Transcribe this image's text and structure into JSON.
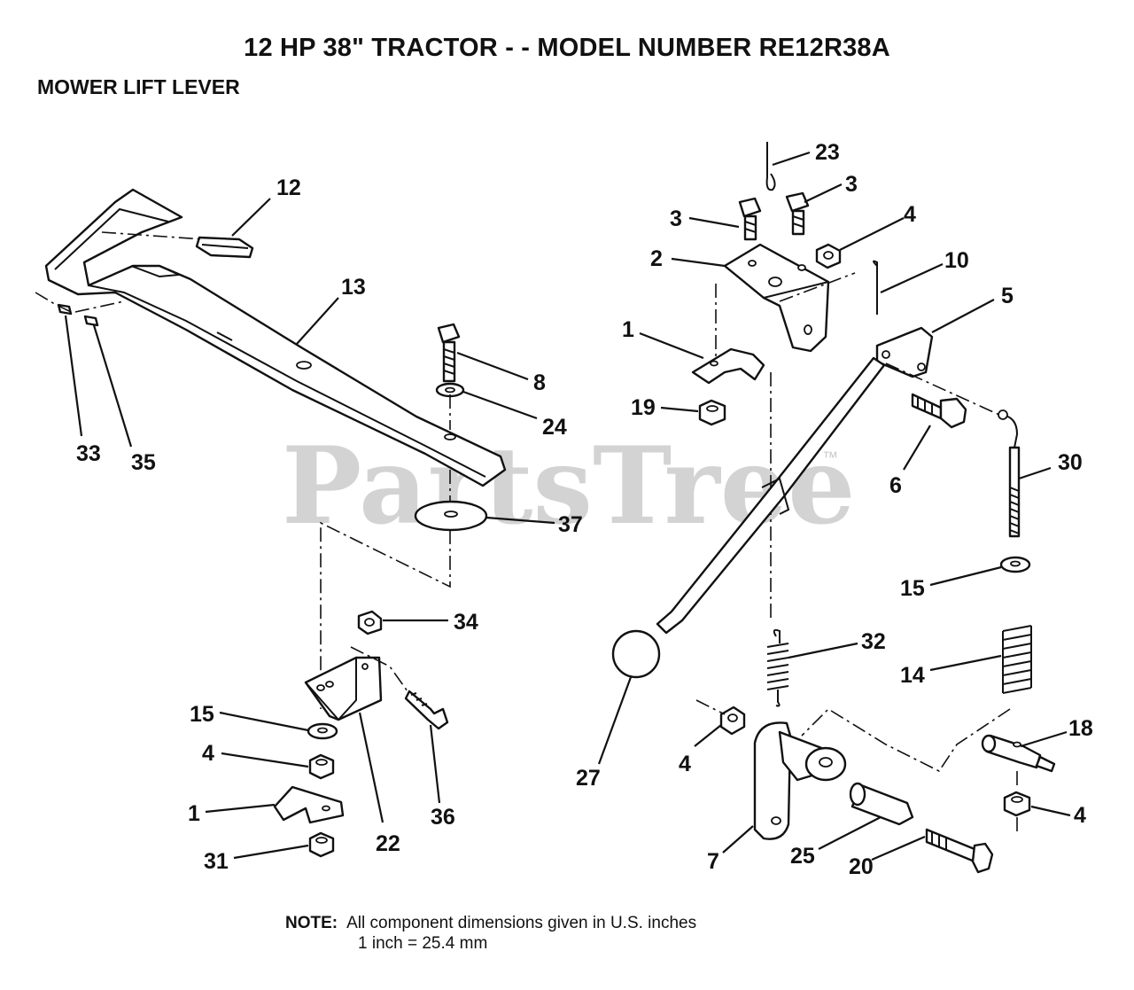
{
  "title": "12 HP 38\" TRACTOR - - MODEL NUMBER RE12R38A",
  "subtitle": "MOWER LIFT LEVER",
  "watermark": "PartsTree",
  "watermark_tm": "™",
  "note": {
    "label": "NOTE:",
    "line1": "All component dimensions given in U.S. inches",
    "line2": "1 inch = 25.4 mm"
  },
  "callouts": {
    "c12": "12",
    "c13": "13",
    "c33": "33",
    "c35": "35",
    "c8": "8",
    "c24": "24",
    "c37": "37",
    "c34": "34",
    "c15a": "15",
    "c4a": "4",
    "c1a": "1",
    "c31": "31",
    "c22": "22",
    "c36": "36",
    "c23": "23",
    "c3a": "3",
    "c3b": "3",
    "c4b": "4",
    "c2": "2",
    "c10": "10",
    "c5": "5",
    "c1b": "1",
    "c19": "19",
    "c6": "6",
    "c30": "30",
    "c15b": "15",
    "c14": "14",
    "c32": "32",
    "c27": "27",
    "c4c": "4",
    "c18": "18",
    "c4d": "4",
    "c7": "7",
    "c25": "25",
    "c20": "20"
  }
}
